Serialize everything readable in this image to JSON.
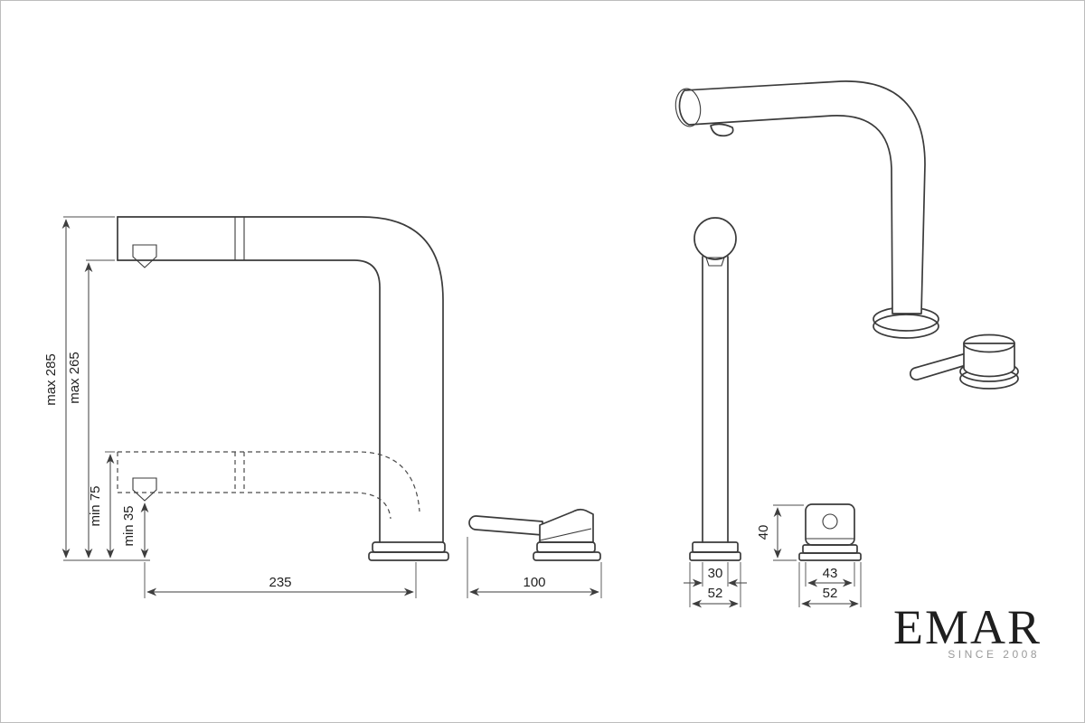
{
  "drawing": {
    "side_view": {
      "height_max_overall": "max 285",
      "height_max_spout": "max 265",
      "height_min_spout": "min 75",
      "height_min_aerator": "min 35",
      "reach": "235"
    },
    "handle_side_view": {
      "length": "100"
    },
    "front_view": {
      "body_width": "30",
      "base_width": "52"
    },
    "handle_front_view": {
      "height": "40",
      "body_width": "43",
      "base_width": "52"
    }
  },
  "logo": {
    "brand": "EMAR",
    "tagline": "SINCE 2008"
  },
  "colors": {
    "background": "#ffffff",
    "line": "#3b3b3b",
    "dimension_text": "#222222",
    "logo_text": "#1f1f1f",
    "tagline_text": "#9a9a9a",
    "border": "#bdbdbd"
  }
}
